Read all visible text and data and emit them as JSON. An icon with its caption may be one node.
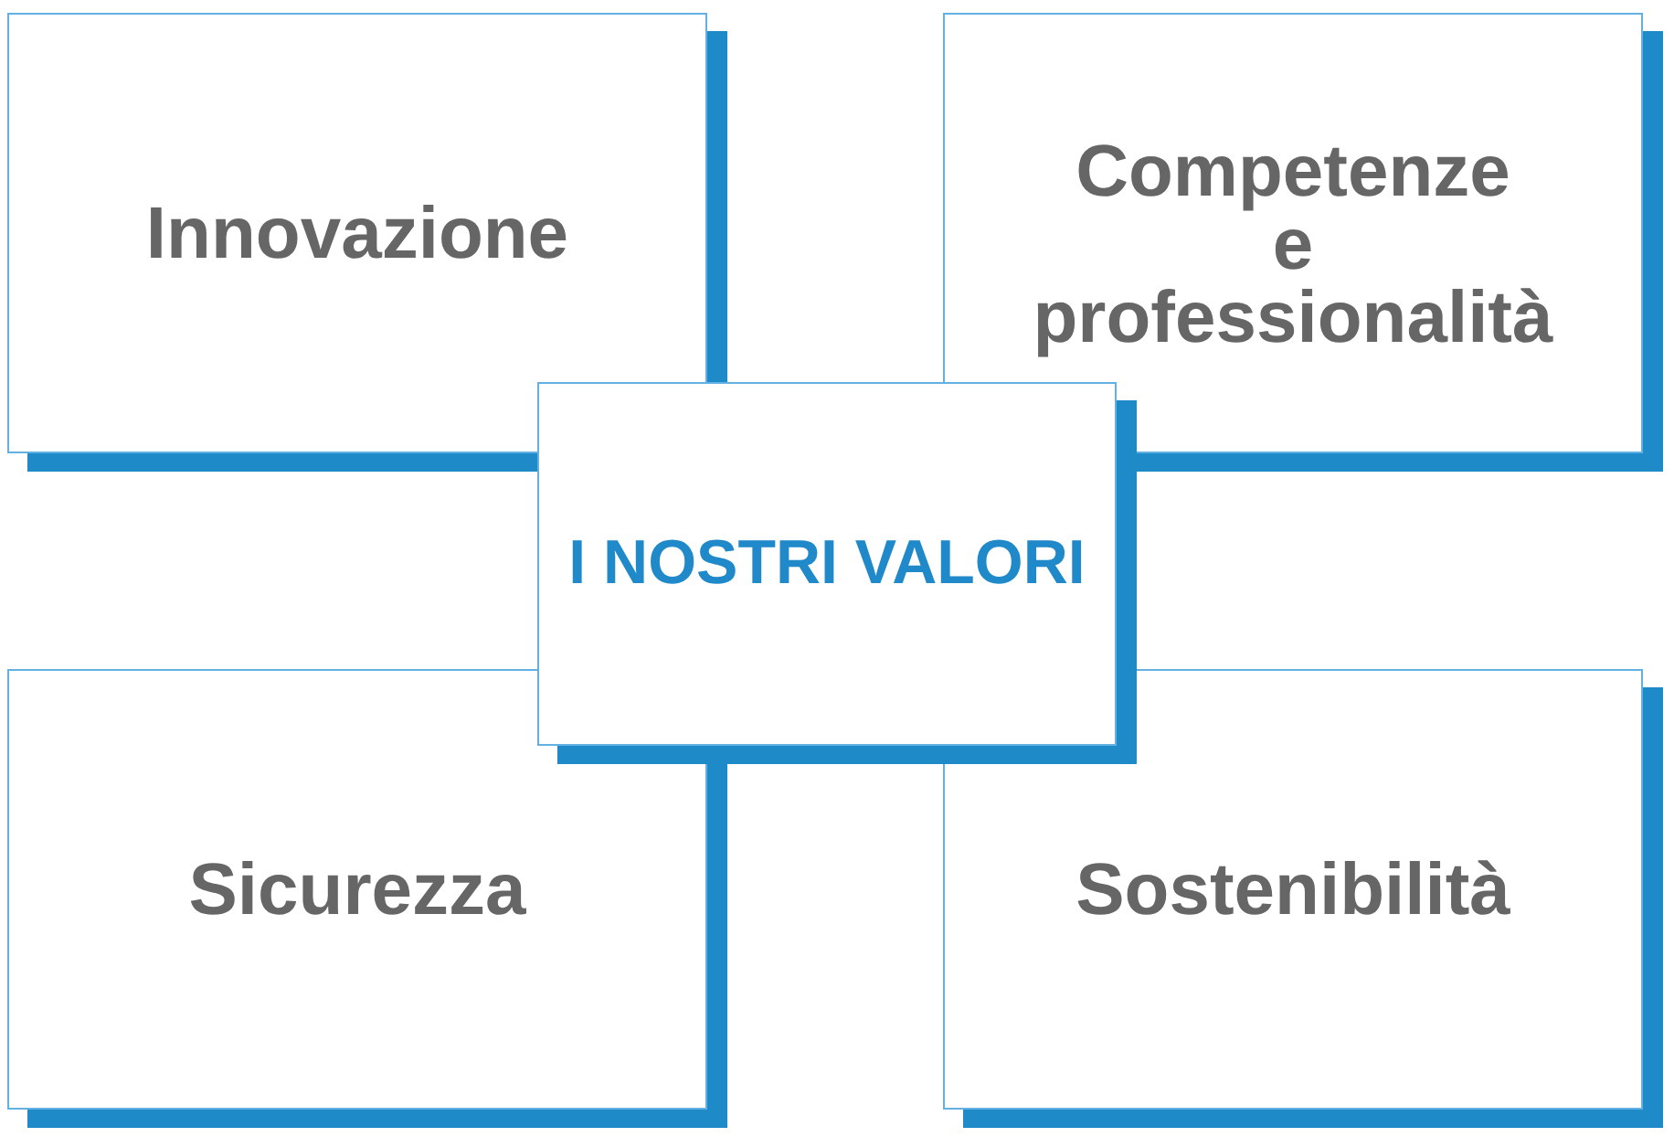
{
  "diagram": {
    "nodes": [
      {
        "text": [
          "Innovazione"
        ]
      },
      {
        "text": [
          "Competenze e professionalità"
        ]
      },
      {
        "text": [
          "I NOSTRI VALORI"
        ]
      },
      {
        "text": [
          "Sicurezza"
        ]
      },
      {
        "text": [
          "Sostenibilità"
        ]
      }
    ]
  }
}
